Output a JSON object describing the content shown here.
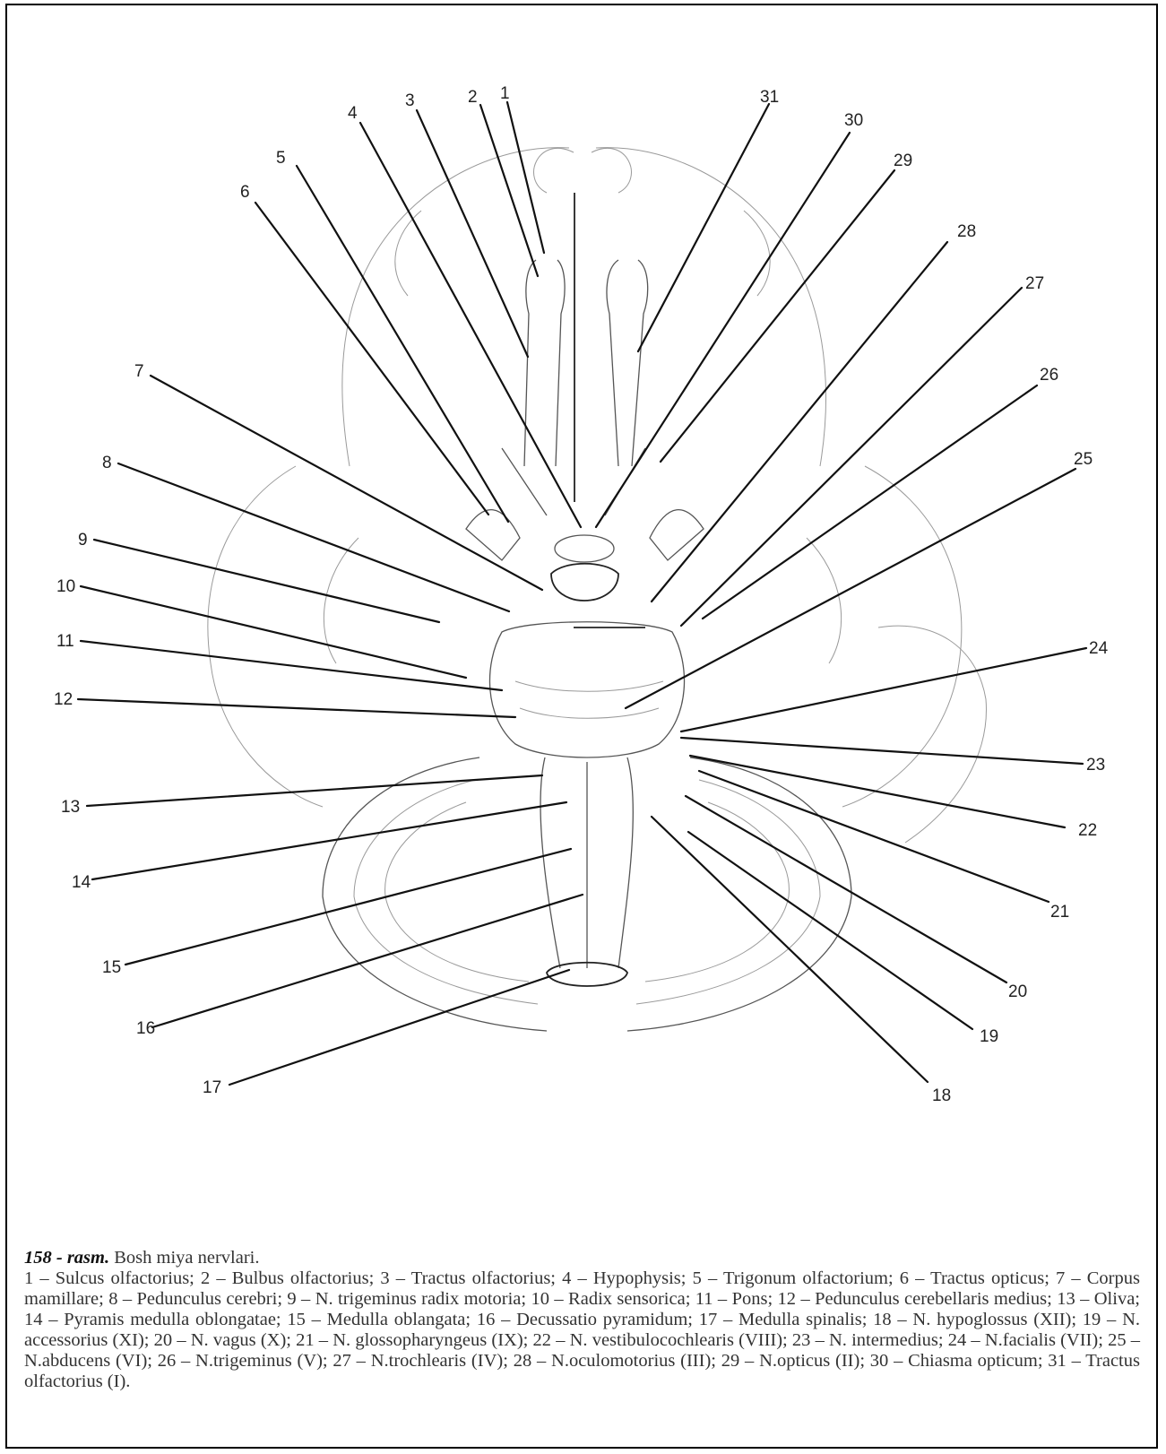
{
  "figure": {
    "labels_left": [
      "1",
      "2",
      "3",
      "4",
      "5",
      "6",
      "7",
      "8",
      "9",
      "10",
      "11",
      "12",
      "13",
      "14",
      "15",
      "16",
      "17"
    ],
    "labels_right": [
      "18",
      "19",
      "20",
      "21",
      "22",
      "23",
      "24",
      "25",
      "26",
      "27",
      "28",
      "29",
      "30",
      "31"
    ]
  },
  "caption": {
    "number": "158 - rasm.",
    "title": "Bosh miya nervlari.",
    "text": "1 – Sulcus olfactorius; 2 – Bulbus olfactorius; 3 – Tractus olfactorius; 4 – Hypophysis; 5 – Trigonum olfactorium; 6 – Tractus opticus; 7 – Corpus mamillare; 8 – Pedunculus cerebri; 9 – N. trigeminus radix motoria; 10 – Radix sensorica; 11 – Pons; 12 – Pedunculus cerebellaris medius; 13 – Oliva; 14 – Pyramis medulla oblongatae; 15 – Medulla oblangata; 16 – Decussatio pyramidum; 17 – Medulla spinalis; 18 – N. hypoglossus (XII); 19 – N. accessorius (XI); 20 – N. vagus (X); 21 – N. glossopharyngeus (IX); 22 – N. vestibulocochlearis (VIII); 23 – N. intermedius; 24 – N.facialis (VII); 25 – N.abducens (VI); 26 – N.trigeminus (V); 27 – N.trochlearis (IV); 28 – N.oculomotorius (III); 29 – N.opticus (II); 30 – Chiasma opticum; 31 – Tractus olfactorius (I)."
  }
}
